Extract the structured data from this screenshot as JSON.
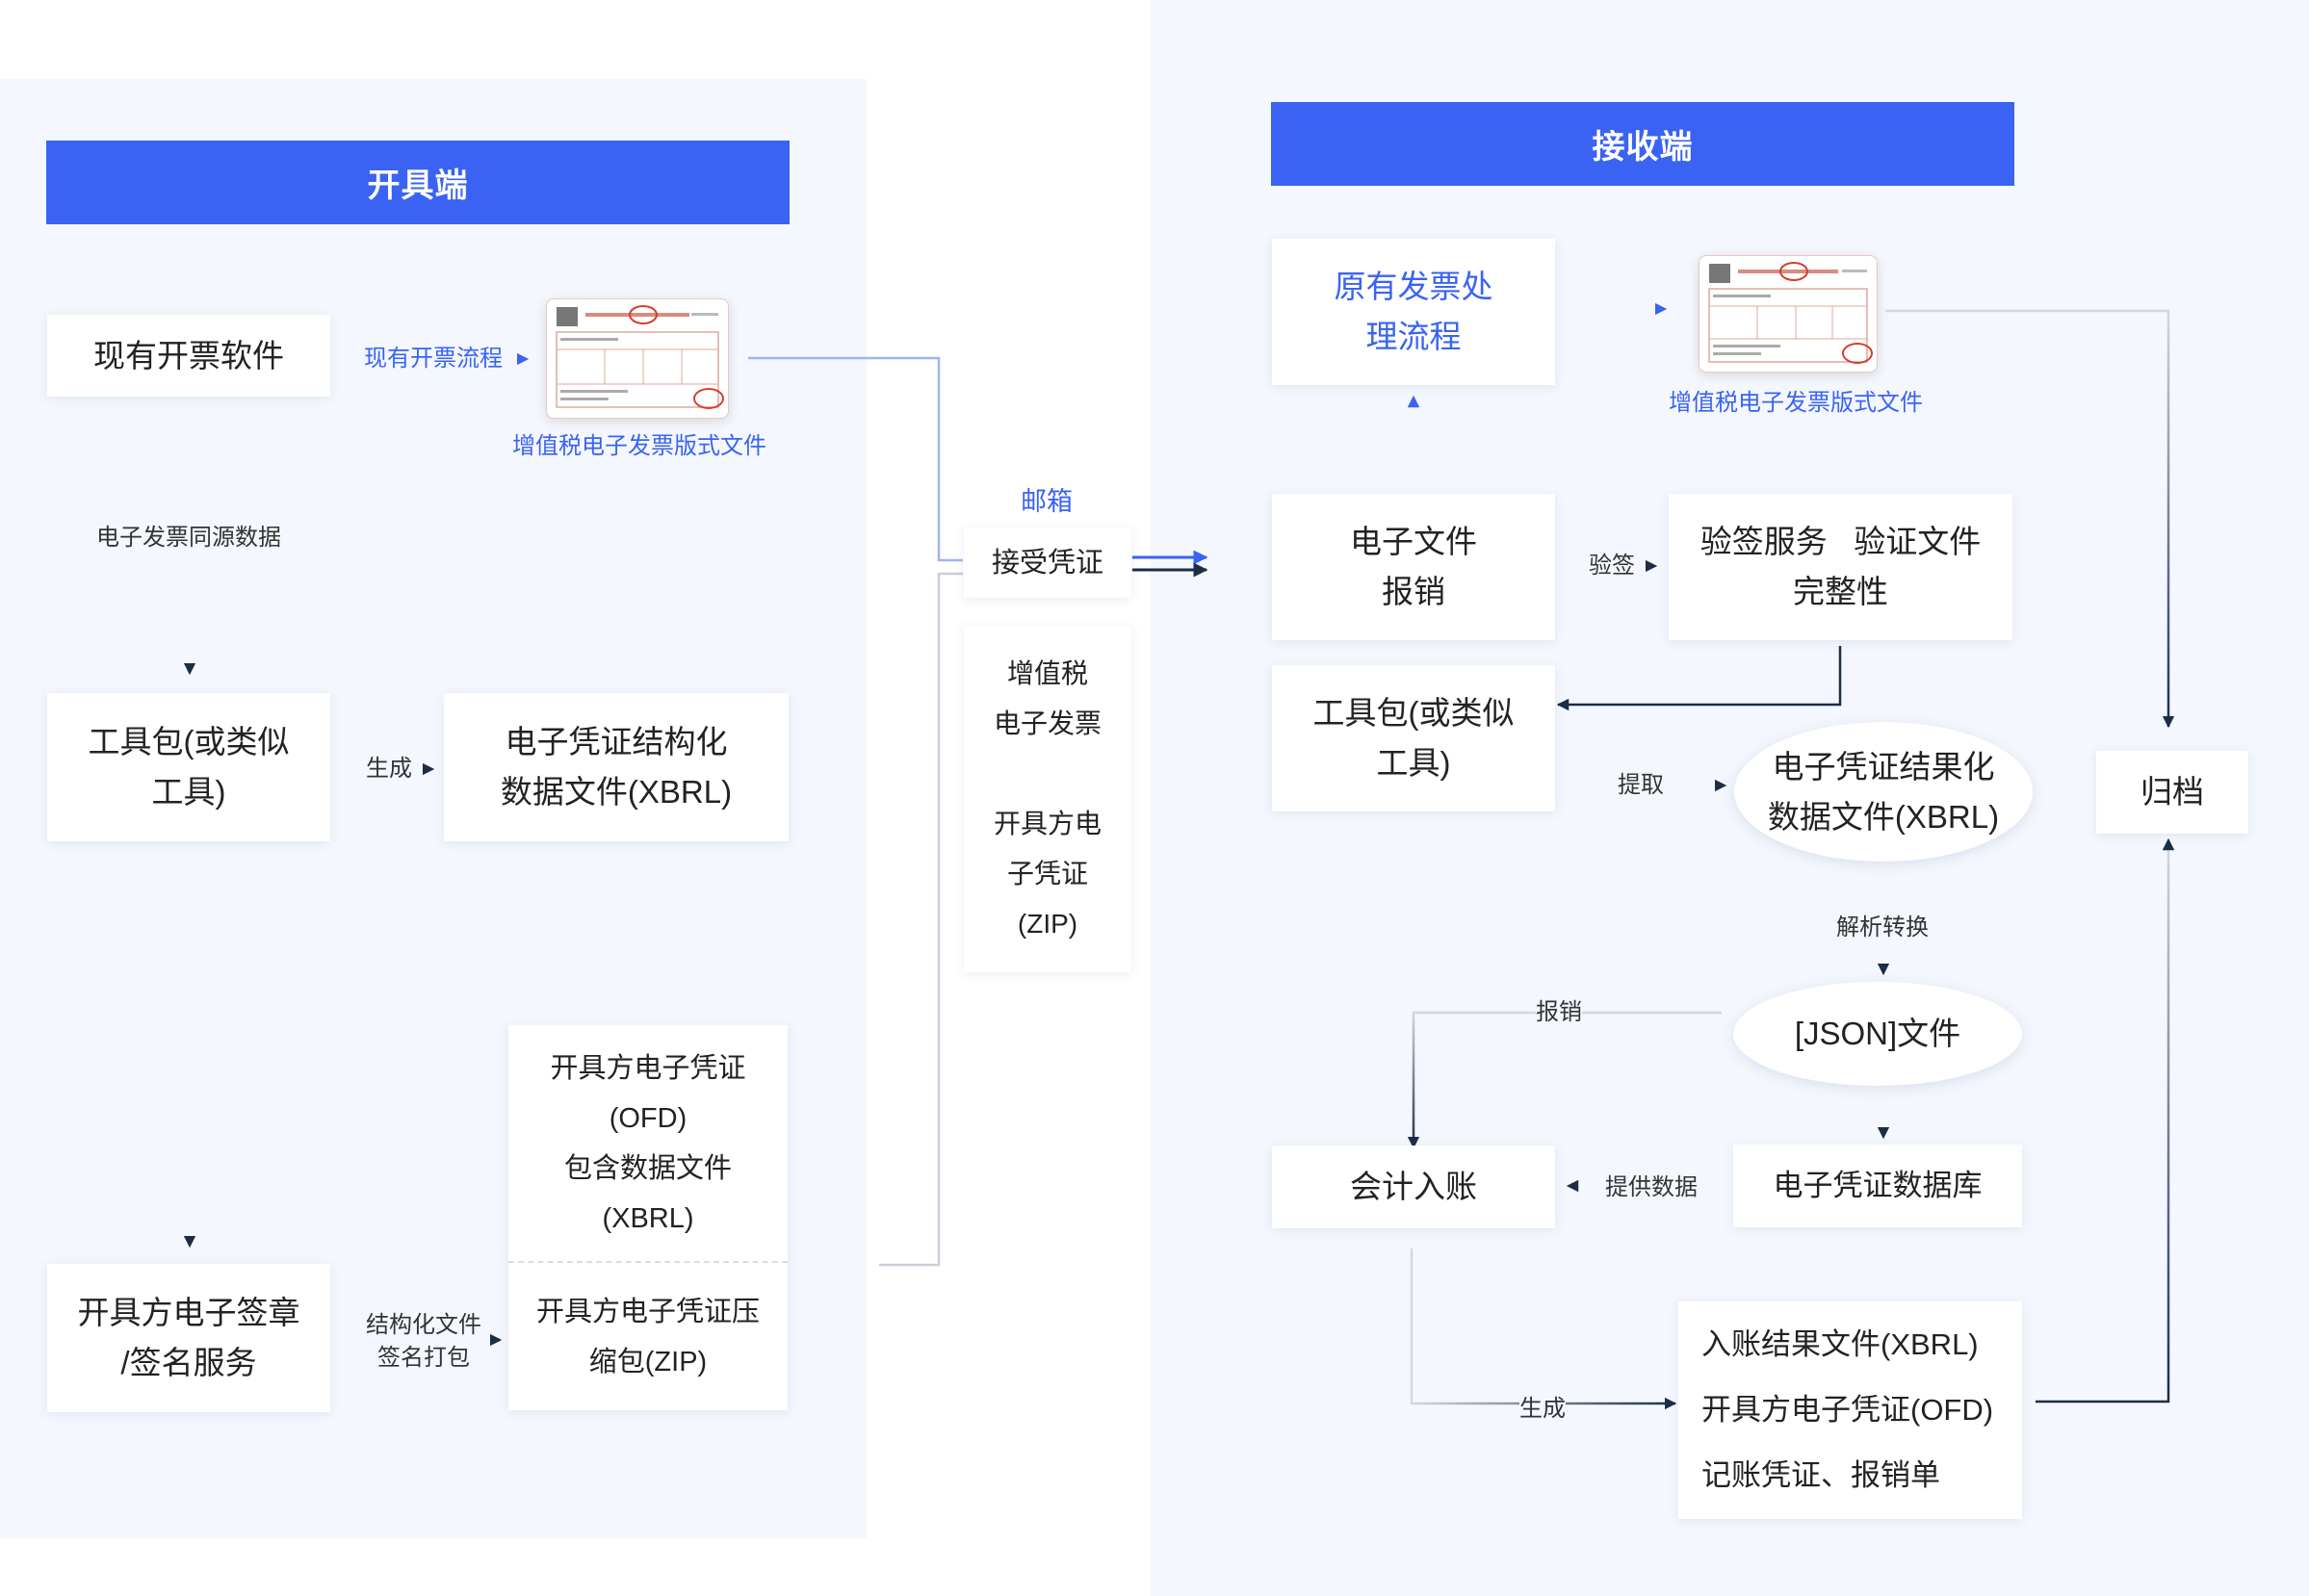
{
  "left": {
    "header": "开具端",
    "existing_software": "现有开票软件",
    "existing_flow_label": "现有开票流程",
    "invoice_caption": "增值税电子发票版式文件",
    "source_data_label": "电子发票同源数据",
    "toolkit": [
      "工具包(或类似",
      "工具)"
    ],
    "generate_label": "生成",
    "structured_file": [
      "电子凭证结构化",
      "数据文件(XBRL)"
    ],
    "voucher_ofd": [
      "开具方电子凭证",
      "(OFD)",
      "包含数据文件",
      "(XBRL)"
    ],
    "voucher_zip": [
      "开具方电子凭证压",
      "缩包(ZIP)"
    ],
    "sign_service": [
      "开具方电子签章",
      "/签名服务"
    ],
    "sign_label": [
      "结构化文件",
      "签名打包"
    ]
  },
  "middle": {
    "mailbox_label": "邮箱",
    "receive": "接受凭证",
    "contents": [
      "增值税",
      "电子发票",
      "",
      "开具方电",
      "子凭证",
      "(ZIP)"
    ]
  },
  "right": {
    "header": "接收端",
    "original_process": [
      "原有发票处",
      "理流程"
    ],
    "invoice_caption": "增值税电子发票版式文件",
    "e_reimburse": [
      "电子文件",
      "报销"
    ],
    "verify_label": "验签",
    "verify_service": [
      "验签服务   验证文件",
      "完整性"
    ],
    "toolkit": [
      "工具包(或类似",
      "工具)"
    ],
    "extract_label": "提取",
    "result_file": [
      "电子凭证结果化",
      "数据文件(XBRL)"
    ],
    "parse_label": "解析转换",
    "json_file": "[JSON]文件",
    "reimburse_label": "报销",
    "accounting": "会计入账",
    "provide_label": "提供数据",
    "database": "电子凭证数据库",
    "archive": "归档",
    "generate_label": "生成",
    "results": [
      "入账结果文件(XBRL)",
      "开具方电子凭证(OFD)",
      "记账凭证、报销单"
    ]
  },
  "colors": {
    "accent": "#3a63f3",
    "panel_bg": "#f4f7fd",
    "arrow_dark": "#1c2d45",
    "line_gray": "#c9cfda"
  }
}
